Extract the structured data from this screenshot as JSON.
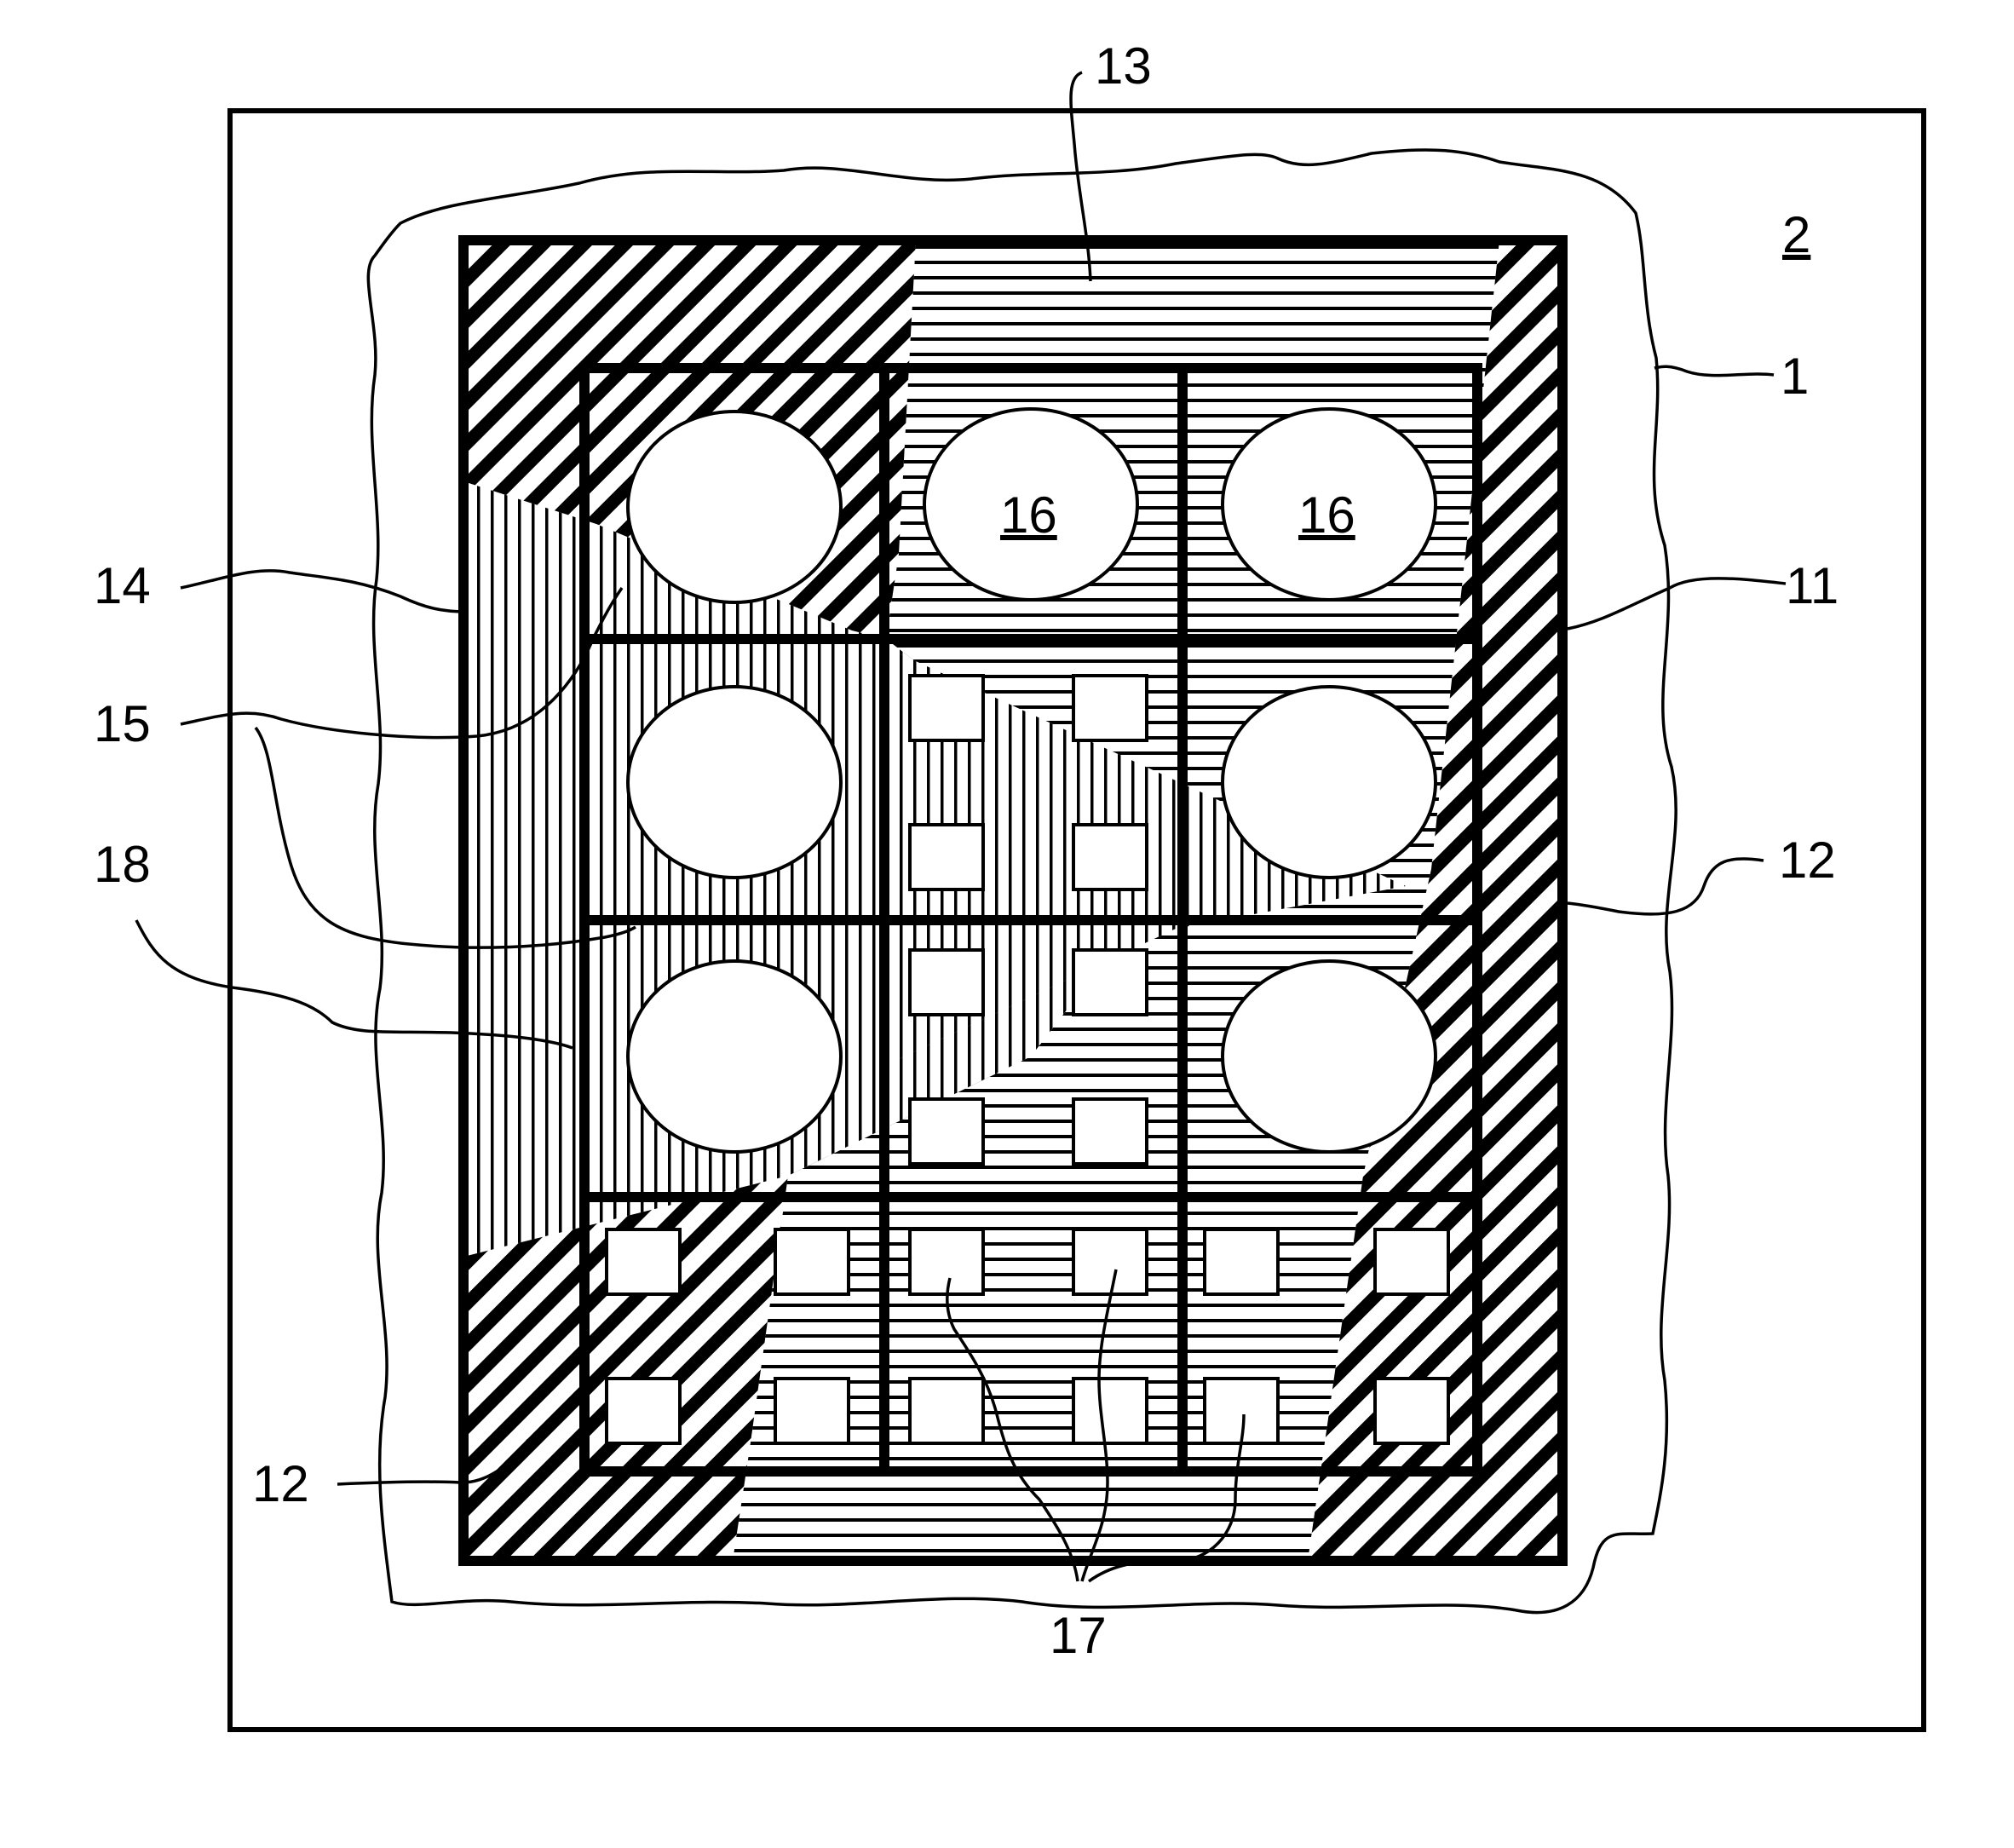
{
  "figure": {
    "labels": {
      "substrate": "2",
      "encapsulant": "1",
      "frame": "11",
      "diagonal_region": "12",
      "horizontal_region": "13",
      "vertical_region": "14",
      "leader_15": "15",
      "leader_18": "18",
      "element_16": "16",
      "elements_17": "17"
    },
    "regions": [
      {
        "id": "12",
        "pattern": "diagonal hatching"
      },
      {
        "id": "13",
        "pattern": "horizontal hatching"
      },
      {
        "id": "14",
        "pattern": "vertical hatching"
      }
    ],
    "colors": {
      "ink": "#000000",
      "paper": "#ffffff"
    }
  }
}
